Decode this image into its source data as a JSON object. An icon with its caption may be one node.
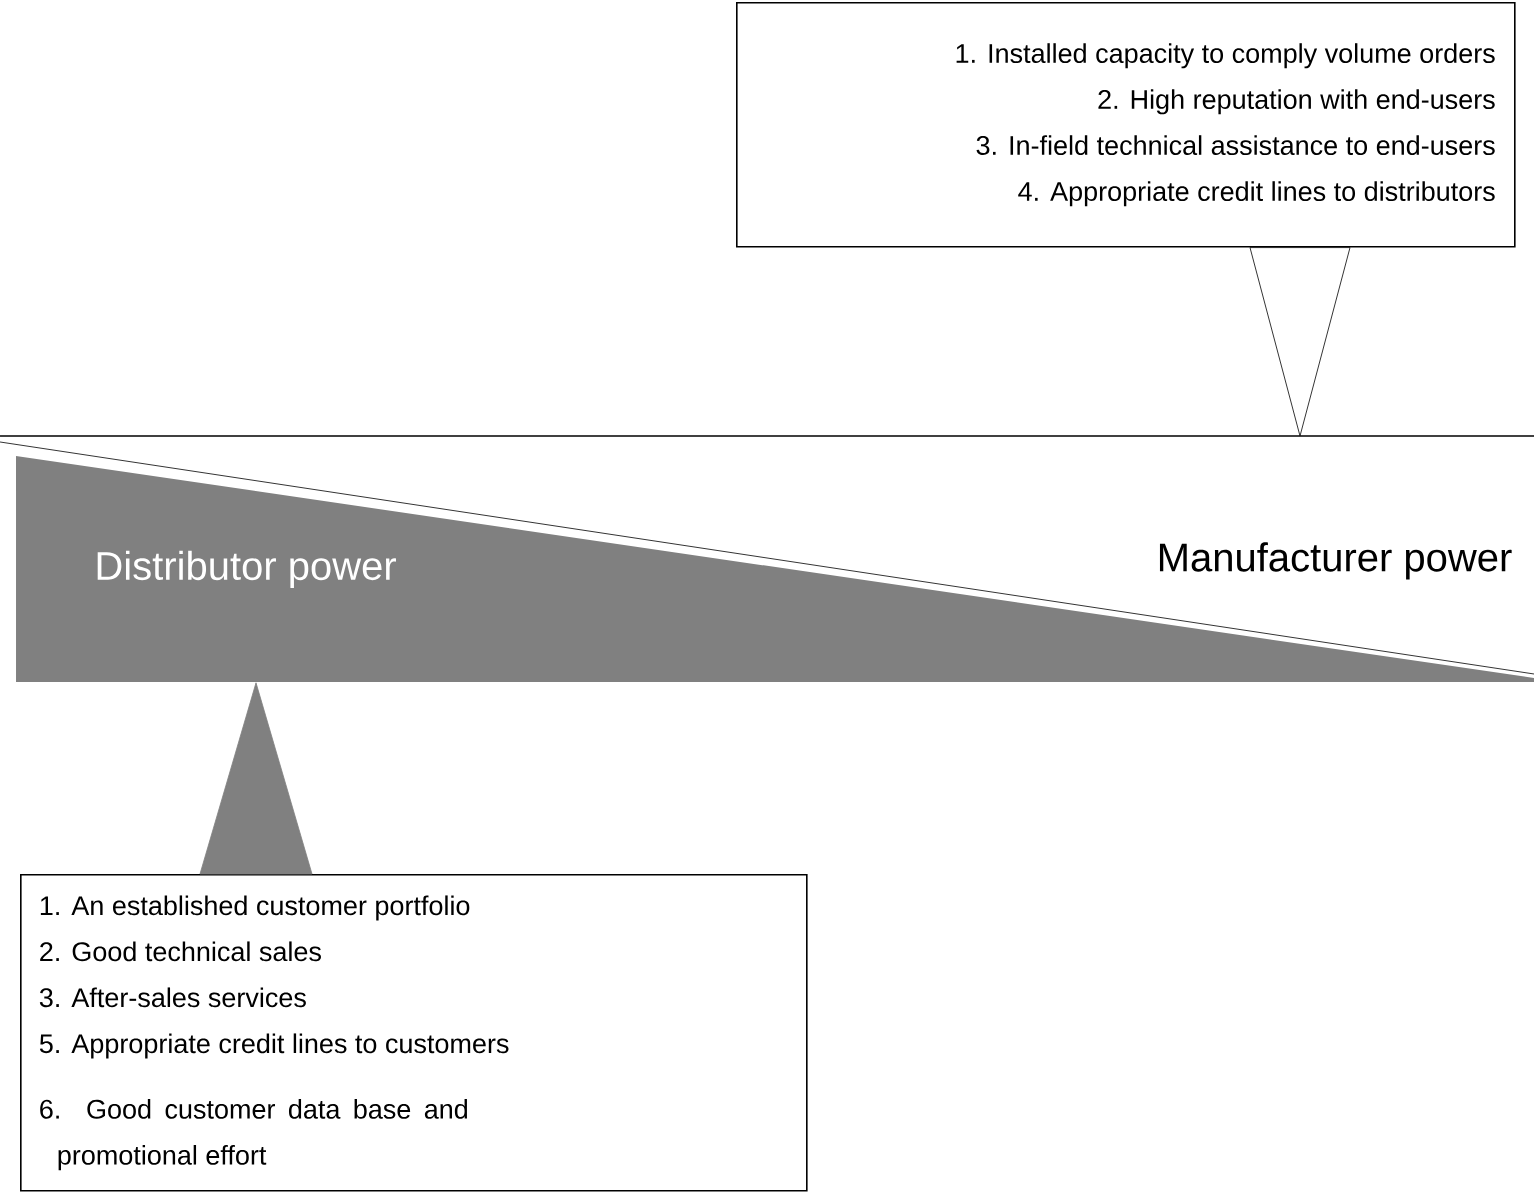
{
  "diagram": {
    "nodes": [
      {
        "text": [
          "1. Installed capacity to comply volume orders",
          "2. High reputation with end-users",
          "3. In-field technical assistance to end-users",
          "4. Appropriate credit lines to distributors"
        ]
      },
      {
        "text": [
          "Manufacturer power"
        ]
      },
      {
        "text": [
          "Distributor power"
        ]
      },
      {
        "text": [
          "1. An established customer portfolio",
          "2. Good technical sales",
          "3. After-sales services",
          "5. Appropriate credit lines to customers",
          "6. Good customer data base and promotional effort"
        ]
      }
    ],
    "edges": [
      {
        "from": 0,
        "to": 1,
        "arrow": "to"
      },
      {
        "from": 3,
        "to": 2,
        "arrow": "to",
        "color": "#808080"
      }
    ]
  }
}
